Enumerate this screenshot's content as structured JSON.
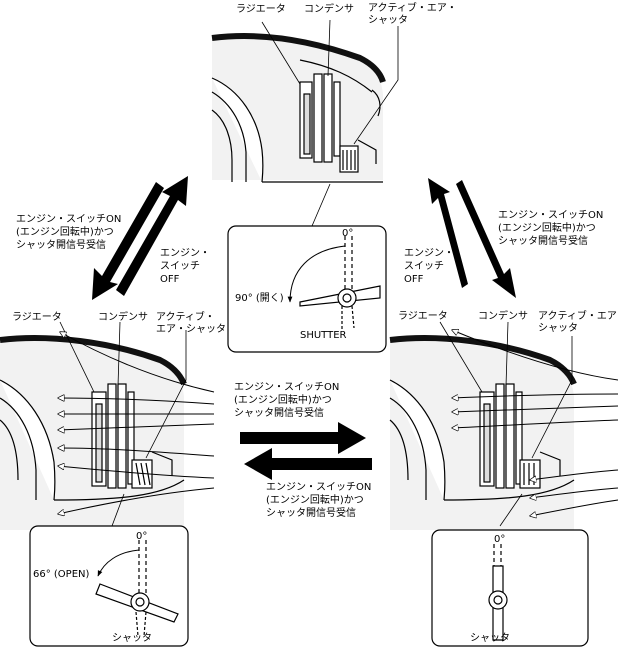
{
  "top": {
    "radiator": "ラジエータ",
    "condenser": "コンデンサ",
    "shutter_line1": "アクティブ・エア・",
    "shutter_line2": "シャッタ",
    "inset_zero": "0°",
    "inset_angle": "90° (開く)",
    "inset_label": "SHUTTER"
  },
  "left": {
    "radiator": "ラジエータ",
    "condenser": "コンデンサ",
    "shutter_line1": "アクティブ・",
    "shutter_line2": "エア・シャッタ",
    "inset_zero": "0°",
    "inset_angle": "66° (OPEN)",
    "inset_label": "シャッタ"
  },
  "right": {
    "radiator": "ラジエータ",
    "condenser": "コンデンサ",
    "shutter_line1": "アクティブ・エア・",
    "shutter_line2": "シャッタ",
    "inset_zero": "0°",
    "inset_label": "シャッタ"
  },
  "transitions": {
    "on_line1": "エンジン・スイッチON",
    "on_line2": "(エンジン回転中)かつ",
    "on_line3": "シャッタ開信号受信",
    "off_line1": "エンジン・",
    "off_line2": "スイッチ",
    "off_line3": "OFF"
  }
}
